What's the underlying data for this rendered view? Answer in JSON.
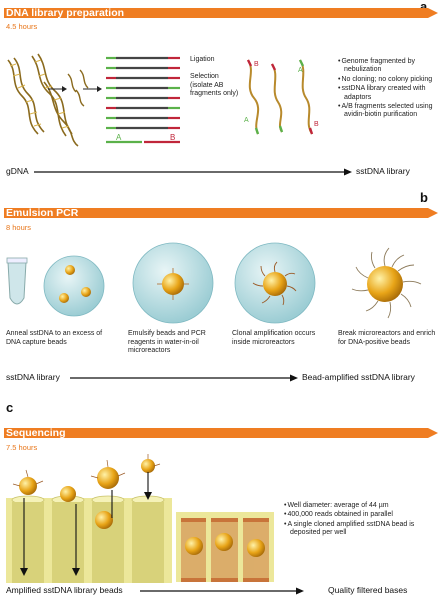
{
  "panels": {
    "a": {
      "letter": "a",
      "title": "DNA library preparation",
      "hours": "4.5 hours",
      "steps": [
        "Ligation",
        "Selection (isolate AB fragments only)"
      ],
      "adaptor_labels": [
        "A",
        "B"
      ],
      "bullets": [
        "Genome fragmented by nebulization",
        "No cloning; no colony picking",
        "sstDNA library created with adaptors",
        "A/B fragments selected using avidin-biotin purification"
      ],
      "flow_from": "gDNA",
      "flow_to": "sstDNA library"
    },
    "b": {
      "letter": "b",
      "title": "Emulsion PCR",
      "hours": "8 hours",
      "captions": [
        "Anneal sstDNA to an excess of DNA capture beads",
        "Emulsify beads and PCR reagents in water-in-oil microreactors",
        "Clonal amplification occurs inside microreactors",
        "Break microreactors and enrich for DNA-positive beads"
      ],
      "flow_from": "sstDNA library",
      "flow_to": "Bead-amplified sstDNA library"
    },
    "c": {
      "letter": "c",
      "title": "Sequencing",
      "hours": "7.5 hours",
      "bullets": [
        "Well diameter: average of 44 µm",
        "400,000 reads obtained in parallel",
        "A single cloned amplified sstDNA bead is deposited per well"
      ],
      "flow_from": "Amplified sstDNA library beads",
      "flow_to": "Quality filtered bases"
    }
  },
  "colors": {
    "accent_orange": "#ef7d22",
    "hours_orange": "#e8761a",
    "adaptor_green": "#5bb14a",
    "adaptor_red": "#c0263a",
    "bead_gold": "#e8a417",
    "droplet": "#a9d6dc",
    "plate_yellow": "#ece79a"
  }
}
